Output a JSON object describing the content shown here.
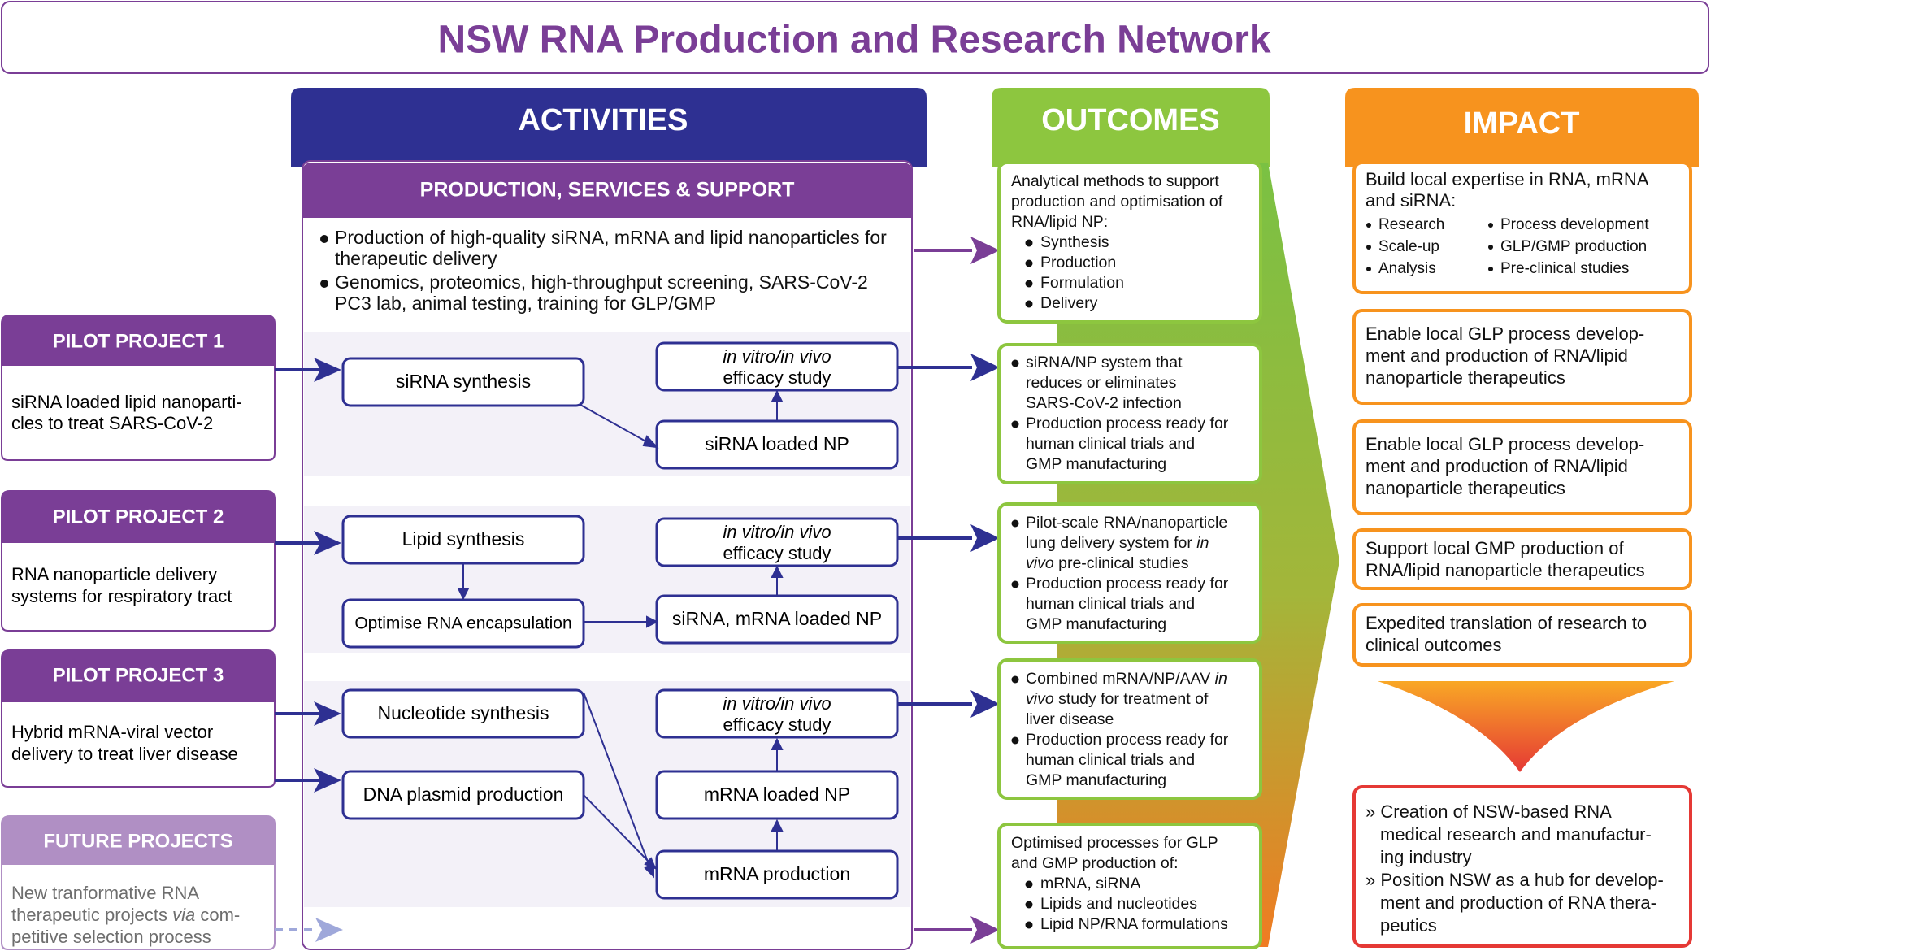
{
  "colors": {
    "purple": "#7a3e96",
    "navy": "#2e3092",
    "green": "#8dc63f",
    "orange": "#f7931e",
    "red": "#e53935",
    "lilac": "#b08fc4",
    "panel": "#f3f1f8"
  },
  "title": "NSW RNA Production and Research Network",
  "headers": {
    "activities": "ACTIVITIES",
    "outcomes": "OUTCOMES",
    "impact": "IMPACT"
  },
  "production": {
    "title": "PRODUCTION, SERVICES & SUPPORT",
    "bullets": [
      [
        "Production of high-quality siRNA, mRNA and lipid nanoparticles for",
        "therapeutic delivery"
      ],
      [
        "Genomics, proteomics, high-throughput screening, SARS-CoV-2",
        "PC3 lab, animal testing, training for GLP/GMP"
      ]
    ]
  },
  "pilots": [
    {
      "title": "PILOT PROJECT 1",
      "lines": [
        "siRNA loaded lipid nanoparti-",
        "cles to treat SARS-CoV-2"
      ]
    },
    {
      "title": "PILOT PROJECT 2",
      "lines": [
        "RNA nanoparticle delivery",
        "systems for respiratory tract"
      ]
    },
    {
      "title": "PILOT PROJECT 3",
      "lines": [
        "Hybrid mRNA-viral vector",
        "delivery to treat liver disease"
      ]
    }
  ],
  "future": {
    "title": "FUTURE PROJECTS",
    "lines": [
      [
        {
          "t": "New tranformative RNA",
          "i": false
        }
      ],
      [
        {
          "t": "therapeutic projects ",
          "i": false
        },
        {
          "t": "via",
          "i": true
        },
        {
          "t": " com-",
          "i": false
        }
      ],
      [
        {
          "t": "petitive selection process",
          "i": false
        }
      ]
    ]
  },
  "process": {
    "sirna_synthesis": "siRNA synthesis",
    "efficacy_italic": "in vitro/in vivo",
    "efficacy_label": "efficacy study",
    "sirna_loaded_np": "siRNA loaded NP",
    "lipid_synthesis": "Lipid synthesis",
    "optimise": "Optimise RNA encapsulation",
    "sirna_mrna_np": "siRNA, mRNA loaded NP",
    "nucleotide": "Nucleotide synthesis",
    "dna_plasmid": "DNA plasmid production",
    "mrna_np": "mRNA loaded NP",
    "mrna_production": "mRNA production"
  },
  "outcomes": [
    {
      "lines": [
        [
          {
            "t": "Analytical methods to support"
          }
        ],
        [
          {
            "t": "production and optimisation of"
          }
        ],
        [
          {
            "t": "RNA/lipid NP:"
          }
        ],
        [
          {
            "t": "Synthesis",
            "b": true,
            "ind": 1
          }
        ],
        [
          {
            "t": "Production",
            "b": true,
            "ind": 1
          }
        ],
        [
          {
            "t": "Formulation",
            "b": true,
            "ind": 1
          }
        ],
        [
          {
            "t": "Delivery",
            "b": true,
            "ind": 1
          }
        ]
      ]
    },
    {
      "lines": [
        [
          {
            "t": "siRNA/NP system that",
            "b": true
          }
        ],
        [
          {
            "t": "reduces or eliminates",
            "ind": 2
          }
        ],
        [
          {
            "t": "SARS-CoV-2 infection",
            "ind": 2
          }
        ],
        [
          {
            "t": "Production process ready for",
            "b": true
          }
        ],
        [
          {
            "t": "human clinical trials and",
            "ind": 2
          }
        ],
        [
          {
            "t": "GMP manufacturing",
            "ind": 2
          }
        ]
      ]
    },
    {
      "lines": [
        [
          {
            "t": "Pilot-scale RNA/nanoparticle",
            "b": true
          }
        ],
        [
          {
            "t": "lung delivery system for ",
            "ind": 2
          },
          {
            "t": "in",
            "i": true
          }
        ],
        [
          {
            "t": "vivo",
            "i": true,
            "ind": 2
          },
          {
            "t": " pre-clinical studies"
          }
        ],
        [
          {
            "t": "Production process ready for",
            "b": true
          }
        ],
        [
          {
            "t": "human clinical trials and",
            "ind": 2
          }
        ],
        [
          {
            "t": "GMP manufacturing",
            "ind": 2
          }
        ]
      ]
    },
    {
      "lines": [
        [
          {
            "t": "Combined mRNA/NP/AAV ",
            "b": true
          },
          {
            "t": "in",
            "i": true
          }
        ],
        [
          {
            "t": "vivo",
            "i": true,
            "ind": 2
          },
          {
            "t": " study for treatment of"
          }
        ],
        [
          {
            "t": "liver disease",
            "ind": 2
          }
        ],
        [
          {
            "t": "Production process ready for",
            "b": true
          }
        ],
        [
          {
            "t": "human clinical trials and",
            "ind": 2
          }
        ],
        [
          {
            "t": "GMP manufacturing",
            "ind": 2
          }
        ]
      ]
    },
    {
      "lines": [
        [
          {
            "t": "Optimised processes for GLP"
          }
        ],
        [
          {
            "t": "and GMP production of:"
          }
        ],
        [
          {
            "t": "mRNA, siRNA",
            "b": true,
            "ind": 1
          }
        ],
        [
          {
            "t": "Lipids and nucleotides",
            "b": true,
            "ind": 1
          }
        ],
        [
          {
            "t": "Lipid NP/RNA formulations",
            "b": true,
            "ind": 1
          }
        ]
      ]
    }
  ],
  "impact": {
    "expertise_lines": [
      "Build local expertise in RNA, mRNA",
      "and siRNA:"
    ],
    "expertise_items_left": [
      "Research",
      "Scale-up",
      "Analysis"
    ],
    "expertise_items_right": [
      "Process development",
      "GLP/GMP production",
      "Pre-clinical studies"
    ],
    "boxes": [
      [
        "Enable local GLP process develop-",
        "ment and production of RNA/lipid",
        "nanoparticle therapeutics"
      ],
      [
        "Enable local GLP process develop-",
        "ment and production of RNA/lipid",
        "nanoparticle therapeutics"
      ],
      [
        "Support local GMP production of",
        "RNA/lipid nanoparticle therapeutics"
      ],
      [
        "Expedited translation of research to",
        "clinical outcomes"
      ]
    ],
    "final": [
      [
        {
          "t": "» ",
          "m": true
        },
        {
          "t": "Creation of NSW-based RNA"
        }
      ],
      [
        {
          "t": "medical research and manufactur-",
          "ind": 2
        }
      ],
      [
        {
          "t": "ing industry",
          "ind": 2
        }
      ],
      [
        {
          "t": "» ",
          "m": true
        },
        {
          "t": "Position NSW as a hub for develop-"
        }
      ],
      [
        {
          "t": "ment and production of RNA thera-",
          "ind": 2
        }
      ],
      [
        {
          "t": "peutics",
          "ind": 2
        }
      ]
    ]
  }
}
